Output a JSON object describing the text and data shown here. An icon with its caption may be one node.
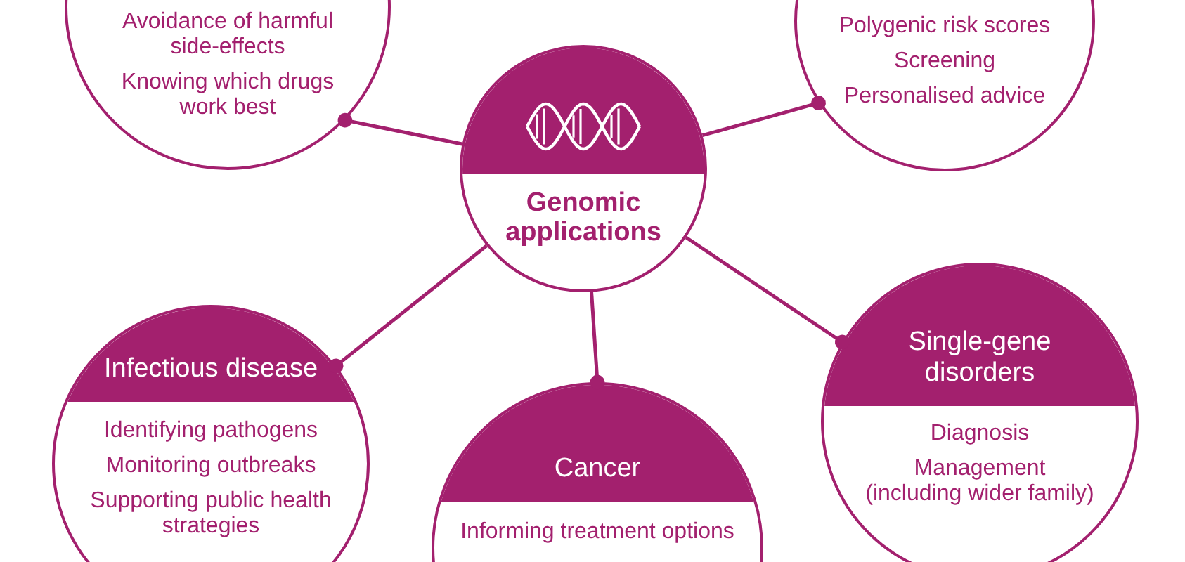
{
  "diagram": {
    "nodes": [
      {
        "text": [
          "Genomic applications"
        ]
      },
      {
        "text": [
          "Avoidance of harmful side-effects",
          "Knowing which drugs work best"
        ]
      },
      {
        "text": [
          "Polygenic risk scores",
          "Screening",
          "Personalised advice"
        ]
      },
      {
        "text": [
          "Infectious disease",
          "Identifying pathogens",
          "Monitoring outbreaks",
          "Supporting public health strategies"
        ]
      },
      {
        "text": [
          "Cancer",
          "Informing treatment options"
        ]
      },
      {
        "text": [
          "Single-gene disorders",
          "Diagnosis",
          "Management (including wider family)"
        ]
      }
    ],
    "edges": [
      {
        "from": 0,
        "to": 1,
        "arrow": "other"
      },
      {
        "from": 0,
        "to": 2,
        "arrow": "other"
      },
      {
        "from": 0,
        "to": 3,
        "arrow": "other"
      },
      {
        "from": 0,
        "to": 4,
        "arrow": "other"
      },
      {
        "from": 0,
        "to": 5,
        "arrow": "other"
      }
    ]
  }
}
